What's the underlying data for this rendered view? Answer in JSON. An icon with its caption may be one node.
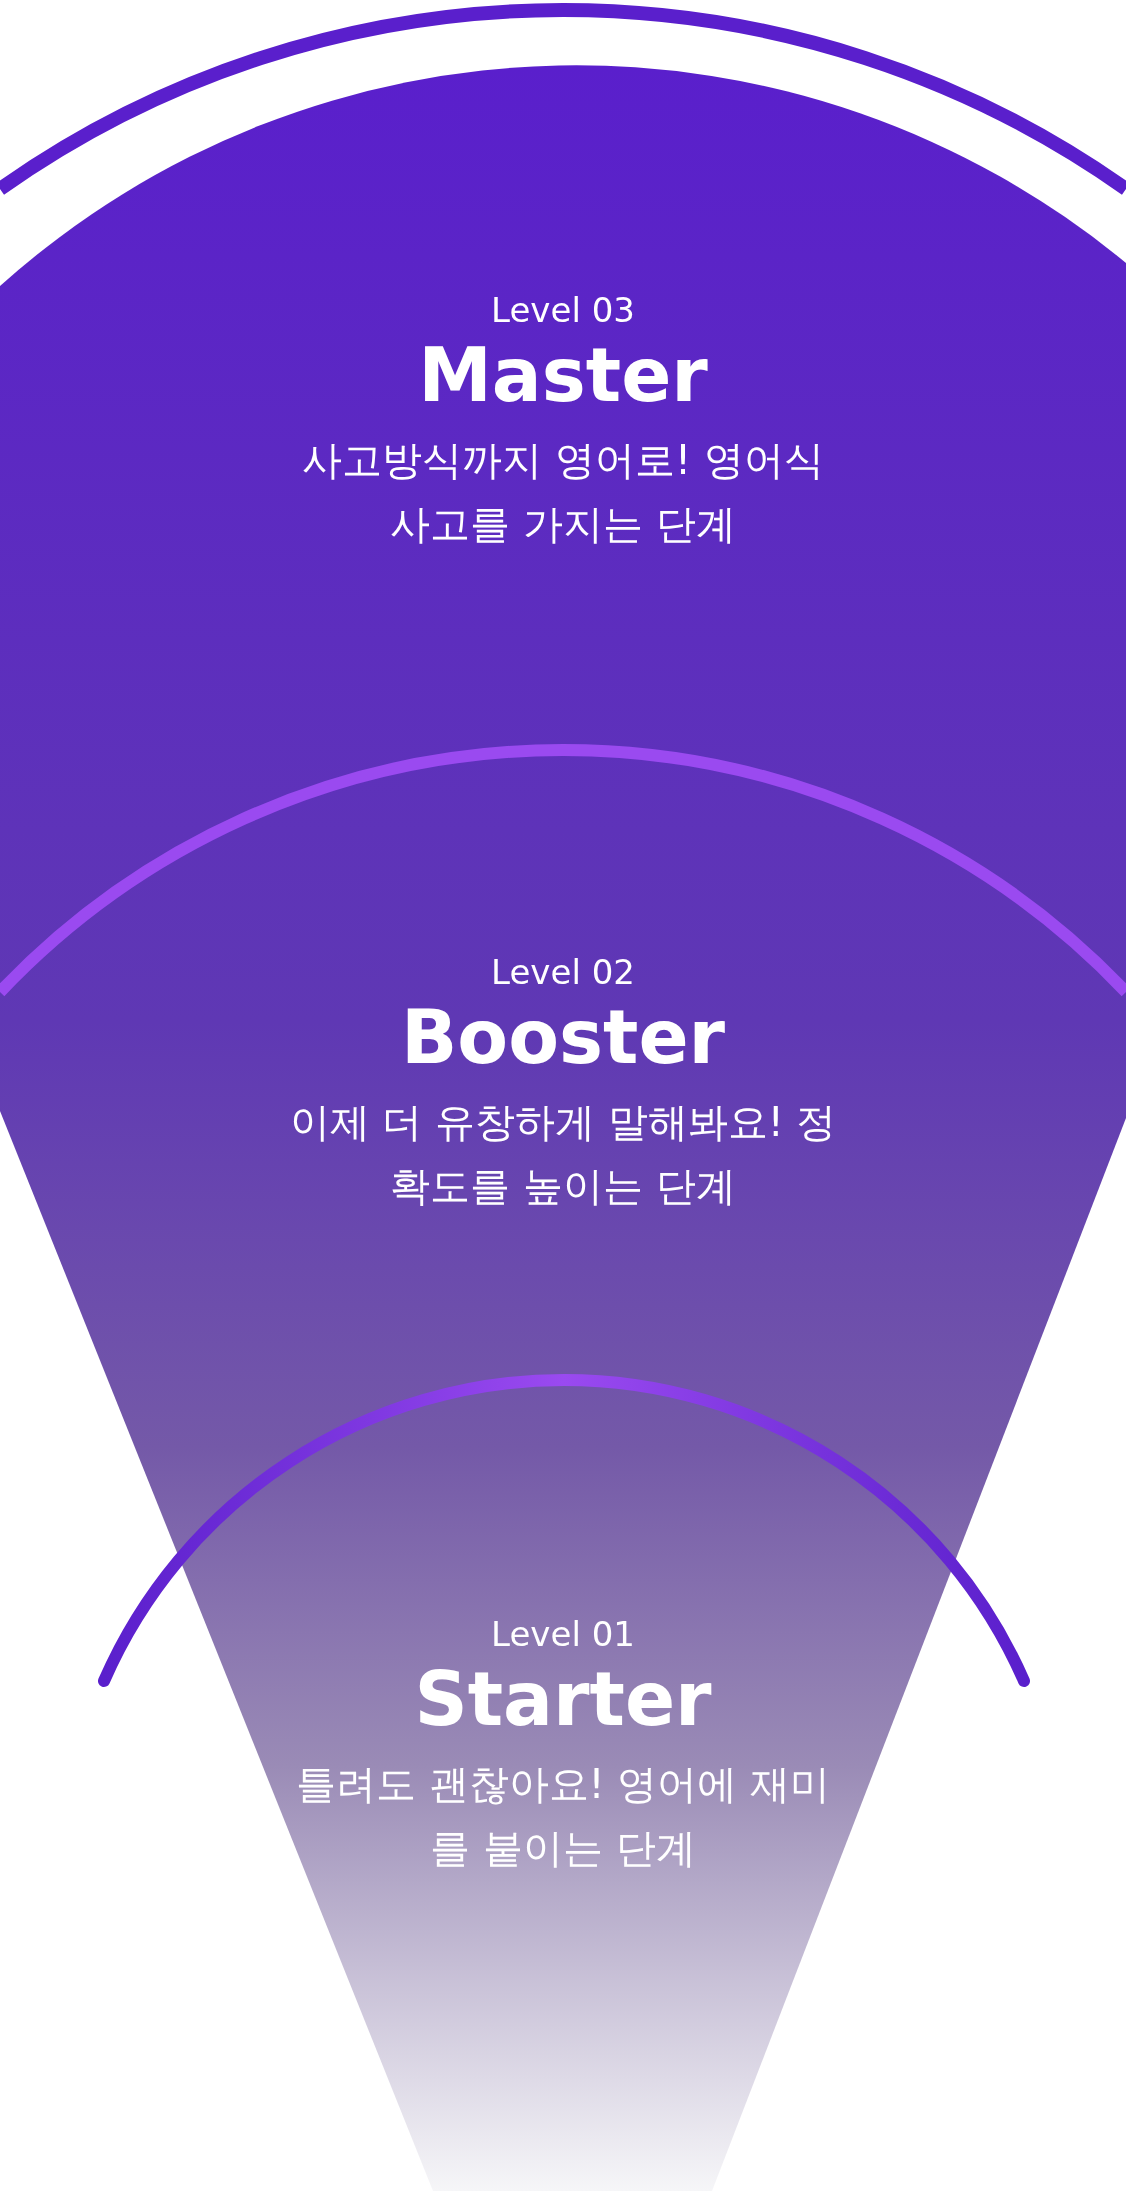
{
  "diagram": {
    "nodes": [
      {
        "text": [
          "Level 03",
          "Master",
          "사고방식까지 영어로! 영어식 사고를 가지는 단계"
        ]
      },
      {
        "text": [
          "Level 02",
          "Booster",
          "이제 더 유창하게 말해봐요! 정확도를 높이는 단계"
        ]
      },
      {
        "text": [
          "Level 01",
          "Starter",
          "틀려도 괜찮아요! 영어에 재미를 붙이는 단계"
        ]
      }
    ]
  }
}
